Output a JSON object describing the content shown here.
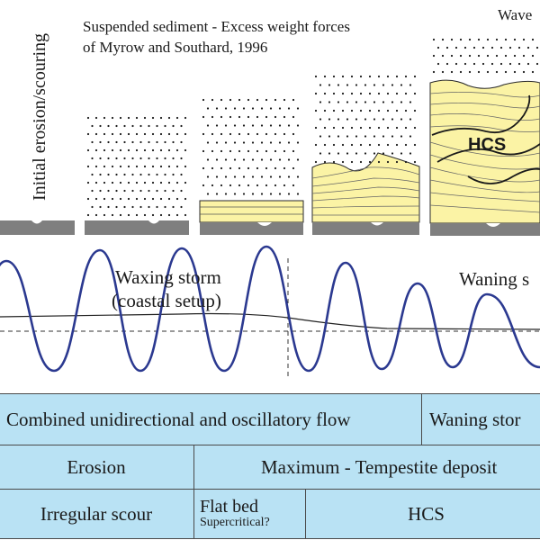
{
  "annotations": {
    "erosion_vertical": "Initial erosion/scouring",
    "suspended_line1": "Suspended sediment - Excess weight forces",
    "suspended_line2": "of Myrow and Southard, 1996",
    "wave": "Wave",
    "hcs": "HCS",
    "waxing_line1": "Waxing storm",
    "waxing_line2": "(coastal setup)",
    "waning": "Waning s"
  },
  "table": {
    "row1": {
      "flow": "Combined unidirectional and oscillatory flow",
      "waning": "Waning stor"
    },
    "row2": {
      "erosion": "Erosion",
      "maximum": "Maximum - Tempestite deposit"
    },
    "row3": {
      "scour": "Irregular scour",
      "flat_bed": "Flat bed",
      "supercritical": "Supercritical?",
      "hcs": "HCS"
    }
  },
  "colors": {
    "wave": "#2b3990",
    "sand": "#fbf3a5",
    "base": "#7f7f7f",
    "table_fill": "#b9e2f4",
    "table_border": "#4a4a4a",
    "ink": "#1a1a1a"
  }
}
